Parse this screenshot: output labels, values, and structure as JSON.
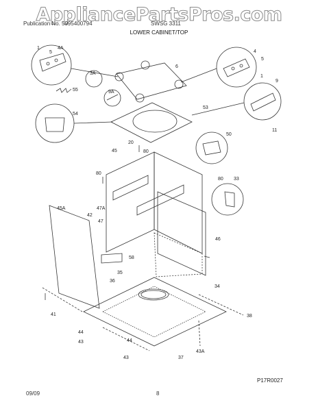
{
  "watermark": "AppliancePartsPros.com",
  "header": {
    "left": "Publication No. 5995400794",
    "right": "SWSG 3311"
  },
  "title": "LOWER CABINET/TOP",
  "callouts": [
    "1",
    "4A",
    "5",
    "6",
    "3A",
    "4",
    "5",
    "1",
    "9",
    "55",
    "9A",
    "53",
    "54",
    "11",
    "20",
    "50",
    "45",
    "80",
    "80",
    "33",
    "80",
    "47A",
    "47",
    "42",
    "45A",
    "46",
    "58",
    "35",
    "36",
    "34",
    "41",
    "38",
    "44",
    "43",
    "44",
    "43",
    "37",
    "43A"
  ],
  "drawing_code": "P17R0027",
  "footer": {
    "date": "09/09",
    "page": "8"
  }
}
